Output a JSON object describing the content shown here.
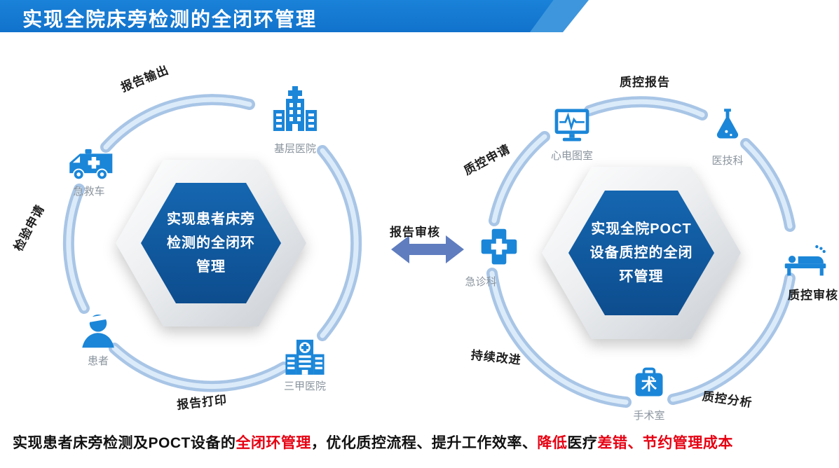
{
  "header": {
    "title": "实现全院床旁检测的全闭环管理"
  },
  "left_cycle": {
    "hex_lines": [
      "实现患者床旁",
      "检测的全闭环",
      "管理"
    ],
    "nodes": {
      "community_hospital": "基层医院",
      "ambulance": "急救车",
      "patient": "患者",
      "tertiary_hospital": "三甲医院"
    },
    "steps": {
      "report_output": "报告输出",
      "test_request": "检验申请",
      "report_print": "报告打印"
    }
  },
  "middle": {
    "report_review": "报告审核",
    "emergency_dept": "急诊科"
  },
  "right_cycle": {
    "hex_lines": [
      "实现全院POCT",
      "设备质控的全闭",
      "环管理"
    ],
    "nodes": {
      "ecg_room": "心电图室",
      "medical_tech_dept": "医技科",
      "operating_room": "手术室"
    },
    "steps": {
      "qc_request": "质控申请",
      "qc_report": "质控报告",
      "qc_review": "质控审核",
      "qc_analysis": "质控分析",
      "continuous_improvement": "持续改进"
    },
    "operating_room_icon_char": "术"
  },
  "footer": {
    "segments": [
      {
        "text": "实现患者床旁检测及POCT设备的",
        "cls": ""
      },
      {
        "text": "全闭环管理",
        "cls": "red"
      },
      {
        "text": "，优化质控流程、提升工作效率、",
        "cls": ""
      },
      {
        "text": "降低",
        "cls": "red"
      },
      {
        "text": "医疗",
        "cls": ""
      },
      {
        "text": "差错、节约管理成本",
        "cls": "red"
      }
    ]
  },
  "colors": {
    "brand_blue": "#1b86d8",
    "header_blue": "#1172cc",
    "hex_blue": "#0d4d8e",
    "ring_blue": "#a8c5e6",
    "arrow_blue": "#5f7dbf",
    "accent_red": "#e60012"
  }
}
